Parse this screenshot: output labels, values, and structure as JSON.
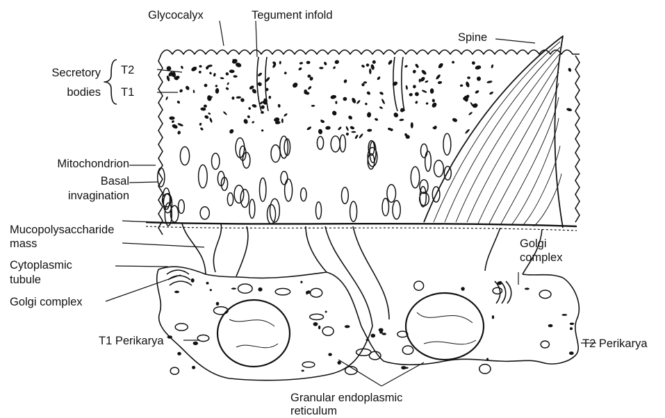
{
  "labels": {
    "glycocalyx": "Glycocalyx",
    "tegument_infold": "Tegument infold",
    "spine": "Spine",
    "secretory": "Secretory",
    "bodies": "bodies",
    "t2": "T2",
    "t1": "T1",
    "mitochondrion": "Mitochondrion",
    "basal": "Basal",
    "invagination": "invagination",
    "mucopolysaccharide": "Mucopolysaccharide",
    "mass": "mass",
    "cytoplasmic": "Cytoplasmic",
    "tubule": "tubule",
    "golgi_left": "Golgi complex",
    "golgi_right_1": "Golgi",
    "golgi_right_2": "complex",
    "t1_perikarya": "T1 Perikarya",
    "t2_perikarya": "T2 Perikarya",
    "granular_1": "Granular endoplasmic",
    "granular_2": "reticulum"
  },
  "colors": {
    "ink": "#111111",
    "paper": "#ffffff"
  }
}
